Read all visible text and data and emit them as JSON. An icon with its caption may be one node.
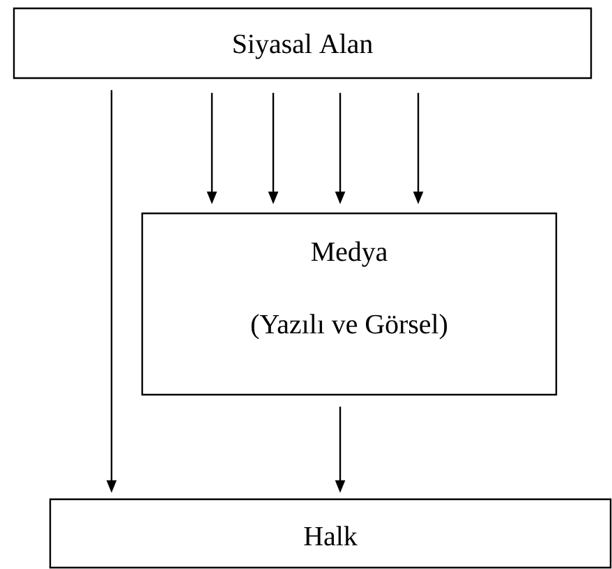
{
  "diagram": {
    "nodes": [
      {
        "text": [
          "Siyasal Alan"
        ]
      },
      {
        "text": [
          "Medya",
          "(Yazılı ve Görsel)"
        ]
      },
      {
        "text": [
          "Halk"
        ]
      }
    ],
    "edges": [
      {
        "from": 0,
        "to": 2,
        "arrow": "to"
      },
      {
        "from": 0,
        "to": 1,
        "arrow": "to"
      },
      {
        "from": 0,
        "to": 1,
        "arrow": "to"
      },
      {
        "from": 0,
        "to": 1,
        "arrow": "to"
      },
      {
        "from": 0,
        "to": 1,
        "arrow": "to"
      },
      {
        "from": 1,
        "to": 2,
        "arrow": "to"
      }
    ]
  }
}
